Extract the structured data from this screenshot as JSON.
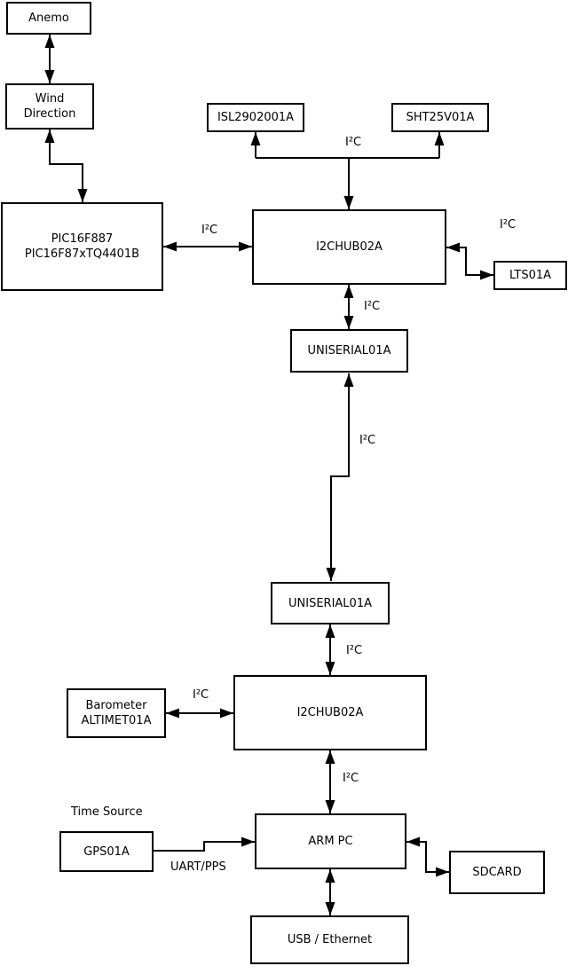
{
  "diagram": {
    "colors": {
      "background": "#ffffff",
      "box_fill": "#ffffff",
      "box_border": "#000000",
      "line": "#000000",
      "text": "#000000"
    },
    "nodes": {
      "anemo": {
        "label": "Anemo"
      },
      "wind_direction": {
        "lines": [
          "Wind",
          "Direction"
        ]
      },
      "pic_controller": {
        "lines": [
          "PIC16F887",
          "PIC16F87xTQ4401B"
        ]
      },
      "isl2902001a": {
        "label": "ISL2902001A"
      },
      "sht25v01a": {
        "label": "SHT25V01A"
      },
      "i2chub_top": {
        "label": "I2CHUB02A"
      },
      "lts01a": {
        "label": "LTS01A"
      },
      "uniserial_top": {
        "label": "UNISERIAL01A"
      },
      "uniserial_bottom": {
        "label": "UNISERIAL01A"
      },
      "i2chub_bottom": {
        "label": "I2CHUB02A"
      },
      "barometer": {
        "lines": [
          "Barometer",
          "ALTIMET01A"
        ]
      },
      "gps01a": {
        "label": "GPS01A"
      },
      "arm_pc": {
        "label": "ARM PC"
      },
      "sdcard": {
        "label": "SDCARD"
      },
      "usb_ethernet": {
        "label": "USB / Ethernet"
      }
    },
    "edges": [
      {
        "from": "anemo",
        "to": "wind_direction",
        "label": "",
        "arrows": "both"
      },
      {
        "from": "wind_direction",
        "to": "pic_controller",
        "label": "",
        "arrows": "both"
      },
      {
        "from": "pic_controller",
        "to": "i2chub_top",
        "label": "I²C",
        "arrows": "both"
      },
      {
        "from": "i2chub_top",
        "to": "isl2902001a_and_sht25v01a",
        "label": "I²C",
        "arrows": "bus"
      },
      {
        "from": "i2chub_top",
        "to": "lts01a",
        "label": "I²C",
        "arrows": "both"
      },
      {
        "from": "i2chub_top",
        "to": "uniserial_top",
        "label": "I²C",
        "arrows": "both"
      },
      {
        "from": "uniserial_top",
        "to": "uniserial_bottom",
        "label": "I²C",
        "arrows": "both"
      },
      {
        "from": "uniserial_bottom",
        "to": "i2chub_bottom",
        "label": "I²C",
        "arrows": "both"
      },
      {
        "from": "barometer",
        "to": "i2chub_bottom",
        "label": "I²C",
        "arrows": "both"
      },
      {
        "from": "i2chub_bottom",
        "to": "arm_pc",
        "label": "I²C",
        "arrows": "both"
      },
      {
        "from": "gps01a",
        "to": "arm_pc",
        "label": "UART/PPS",
        "arrows": "single"
      },
      {
        "from": "arm_pc",
        "to": "sdcard",
        "label": "",
        "arrows": "both"
      },
      {
        "from": "arm_pc",
        "to": "usb_ethernet",
        "label": "",
        "arrows": "both"
      }
    ],
    "annotations": {
      "time_source": "Time Source"
    }
  }
}
